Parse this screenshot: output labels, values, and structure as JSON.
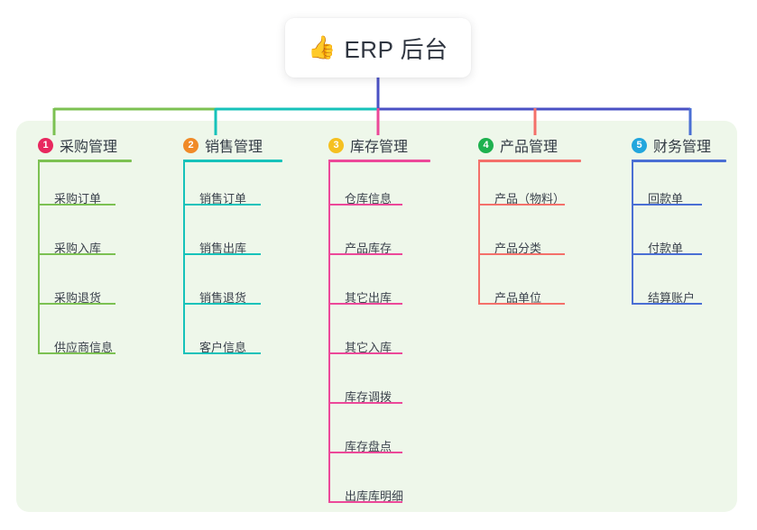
{
  "diagram": {
    "type": "mindmap",
    "root": {
      "icon": "thumbs-up-icon",
      "emoji": "👍",
      "title": "ERP 后台"
    },
    "branches": [
      {
        "number": "1",
        "title": "采购管理",
        "badge_color": "#e8285f",
        "line_color": "#7cc152",
        "items": [
          "采购订单",
          "采购入库",
          "采购退货",
          "供应商信息"
        ]
      },
      {
        "number": "2",
        "title": "销售管理",
        "badge_color": "#f08a28",
        "line_color": "#16c2ba",
        "items": [
          "销售订单",
          "销售出库",
          "销售退货",
          "客户信息"
        ]
      },
      {
        "number": "3",
        "title": "库存管理",
        "badge_color": "#f5c020",
        "line_color": "#ec4899",
        "items": [
          "仓库信息",
          "产品库存",
          "其它出库",
          "其它入库",
          "库存调拨",
          "库存盘点",
          "出库库明细"
        ]
      },
      {
        "number": "4",
        "title": "产品管理",
        "badge_color": "#1eb14f",
        "line_color": "#f4706a",
        "items": [
          "产品（物料）",
          "产品分类",
          "产品单位"
        ]
      },
      {
        "number": "5",
        "title": "财务管理",
        "badge_color": "#22a6dd",
        "line_color": "#4a6fd4",
        "items": [
          "回款单",
          "付款单",
          "结算账户"
        ]
      }
    ],
    "colors": {
      "panel_background": "#eef7ea",
      "canvas_background": "#ffffff",
      "trunk": "#4a51c4",
      "title_text": "#333b45",
      "leaf_text": "#3c434d"
    }
  }
}
